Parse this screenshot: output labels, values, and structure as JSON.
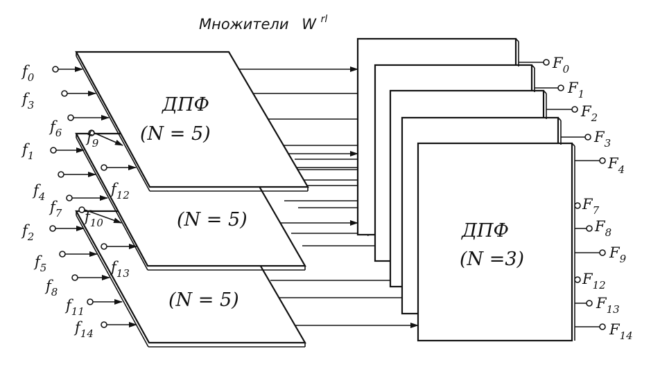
{
  "title": {
    "text": "Множители",
    "math": "W",
    "sup": "rl"
  },
  "blocks": {
    "dft5_top": {
      "name": "ДПФ",
      "param": "(N = 5)"
    },
    "dft5_mid": {
      "param": "(N = 5)"
    },
    "dft5_bot": {
      "param": "(N = 5)"
    },
    "dft3": {
      "name": "ДПФ",
      "param": "(N =3)"
    }
  },
  "inputs": [
    {
      "base": "f",
      "sub": "0"
    },
    {
      "base": "f",
      "sub": "3"
    },
    {
      "base": "f",
      "sub": "6"
    },
    {
      "base": "f",
      "sub": "9"
    },
    {
      "base": "f",
      "sub": "12"
    },
    {
      "base": "f",
      "sub": "1"
    },
    {
      "base": "f",
      "sub": "4"
    },
    {
      "base": "f",
      "sub": "7"
    },
    {
      "base": "f",
      "sub": "10"
    },
    {
      "base": "f",
      "sub": "13"
    },
    {
      "base": "f",
      "sub": "2"
    },
    {
      "base": "f",
      "sub": "5"
    },
    {
      "base": "f",
      "sub": "8"
    },
    {
      "base": "f",
      "sub": "11"
    },
    {
      "base": "f",
      "sub": "14"
    }
  ],
  "outputs": [
    {
      "base": "F",
      "sub": "0"
    },
    {
      "base": "F",
      "sub": "1"
    },
    {
      "base": "F",
      "sub": "2"
    },
    {
      "base": "F",
      "sub": "3"
    },
    {
      "base": "F",
      "sub": "4"
    },
    {
      "base": "F",
      "sub": "7"
    },
    {
      "base": "F",
      "sub": "8"
    },
    {
      "base": "F",
      "sub": "9"
    },
    {
      "base": "F",
      "sub": "12"
    },
    {
      "base": "F",
      "sub": "13"
    },
    {
      "base": "F",
      "sub": "14"
    }
  ]
}
